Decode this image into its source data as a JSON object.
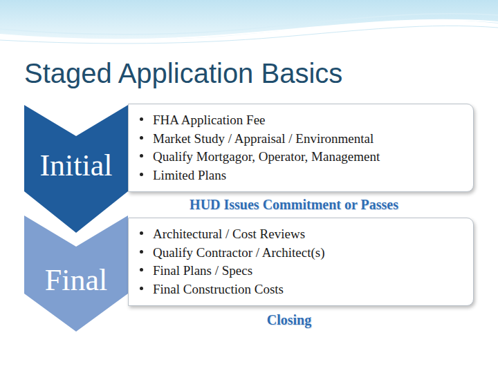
{
  "diagram": {
    "title": "Staged Application Basics",
    "nodes": [
      {
        "text": [
          "Initial"
        ]
      },
      {
        "text": [
          "FHA Application Fee",
          "Market Study / Appraisal / Environmental",
          "Qualify Mortgagor, Operator, Management",
          "Limited Plans"
        ]
      },
      {
        "text": [
          "Final"
        ]
      },
      {
        "text": [
          "Architectural / Cost Reviews",
          "Qualify Contractor / Architect(s)",
          "Final Plans / Specs",
          "Final Construction Costs"
        ]
      }
    ],
    "labels": [
      "HUD Issues Commitment or Passes",
      "Closing"
    ]
  }
}
